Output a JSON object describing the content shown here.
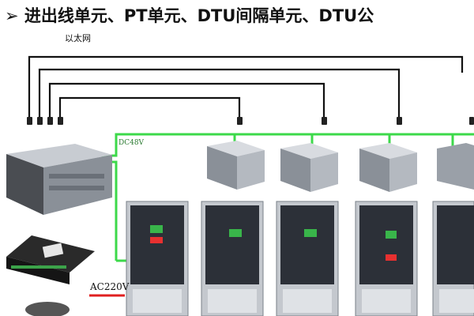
{
  "title": "➢ 进出线单元、PT单元、DTU间隔单元、DTU公",
  "labels": {
    "ethernet": "以太网",
    "dc": "DC48V",
    "ac": "AC220V"
  },
  "colors": {
    "ethernet_line": "#111111",
    "dc_line": "#3cd94a",
    "ac_underline": "#e02020"
  }
}
